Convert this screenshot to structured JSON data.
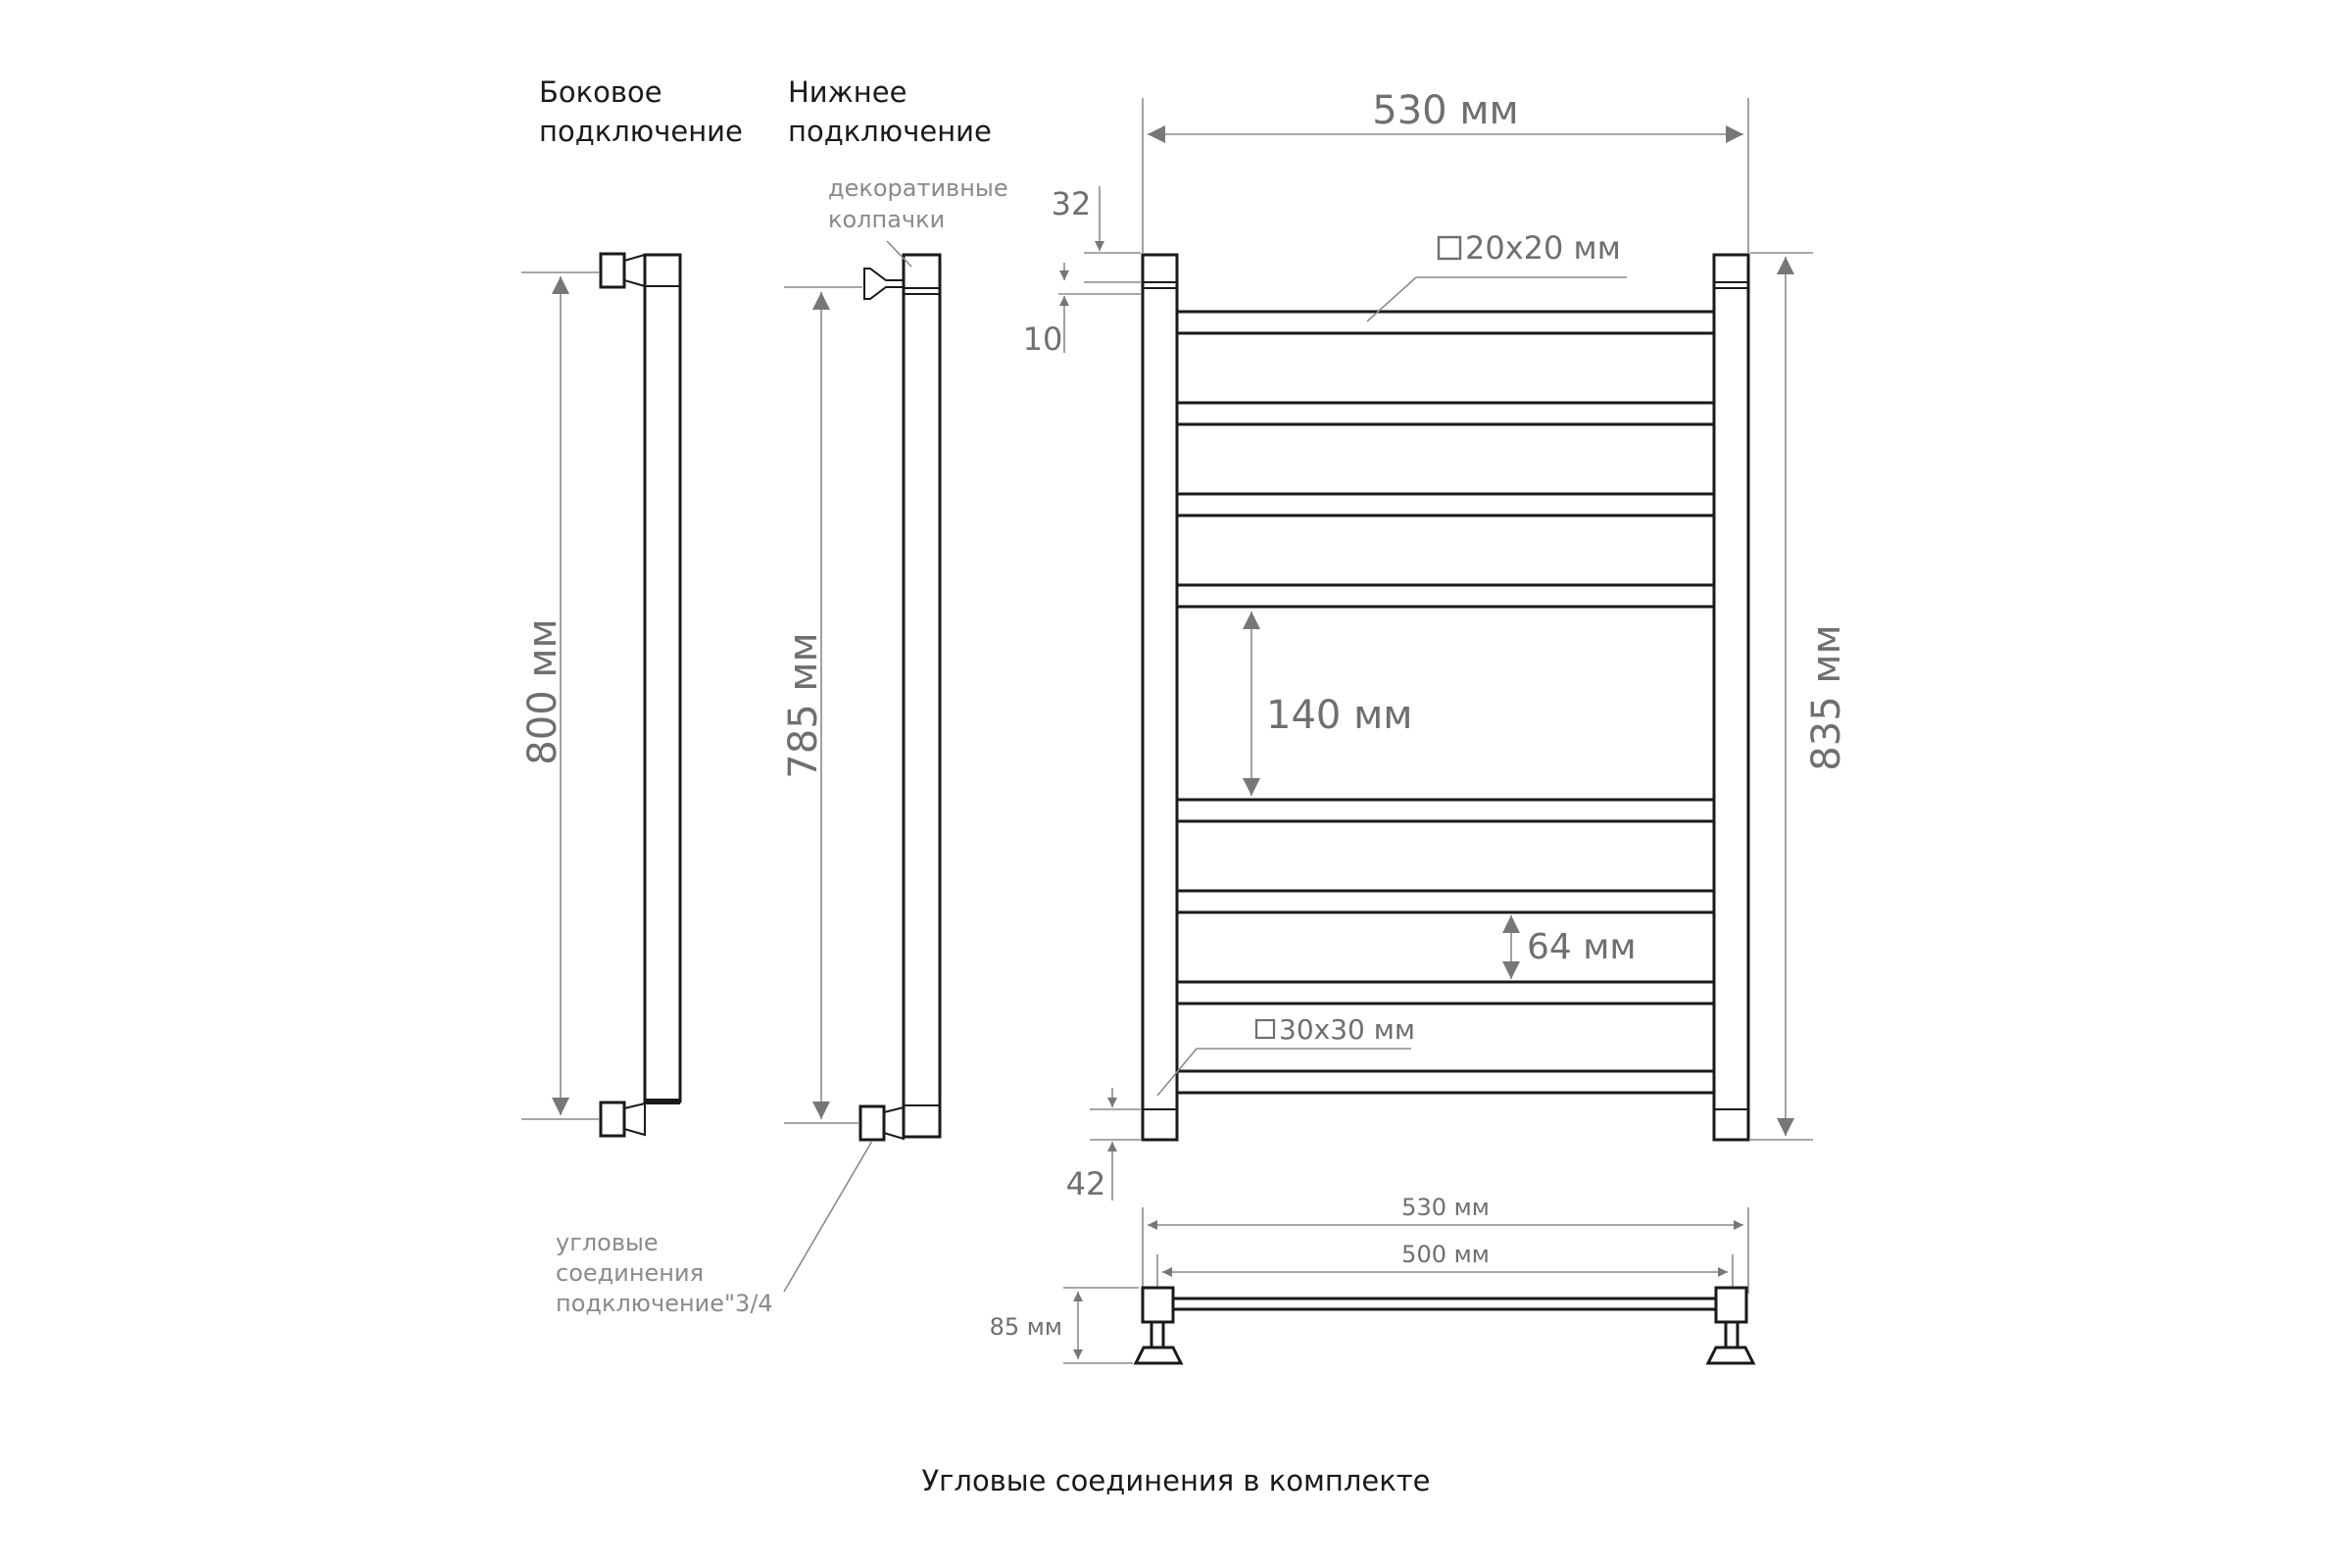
{
  "headings": {
    "side": [
      "Боковое",
      "подключение"
    ],
    "bottom": [
      "Нижнее",
      "подключение"
    ]
  },
  "callouts": {
    "caps": [
      "декоративные",
      "колпачки"
    ],
    "corner": [
      "угловые",
      "соединения",
      "подключение\"3/4"
    ]
  },
  "dimensions": {
    "side_height": "800 мм",
    "bottom_height": "785 мм",
    "top_width": "530 мм",
    "total_height": "835 мм",
    "top_offset": "32",
    "cap_offset": "10",
    "bottom_offset": "42",
    "rung_profile": "20x20 мм",
    "post_profile": "30x30 мм",
    "gap_large": "140 мм",
    "gap_small": "64 мм",
    "plan_outer": "530 мм",
    "plan_inner": "500 мм",
    "depth": "85 мм"
  },
  "footer": "Угловые соединения в комплекте"
}
